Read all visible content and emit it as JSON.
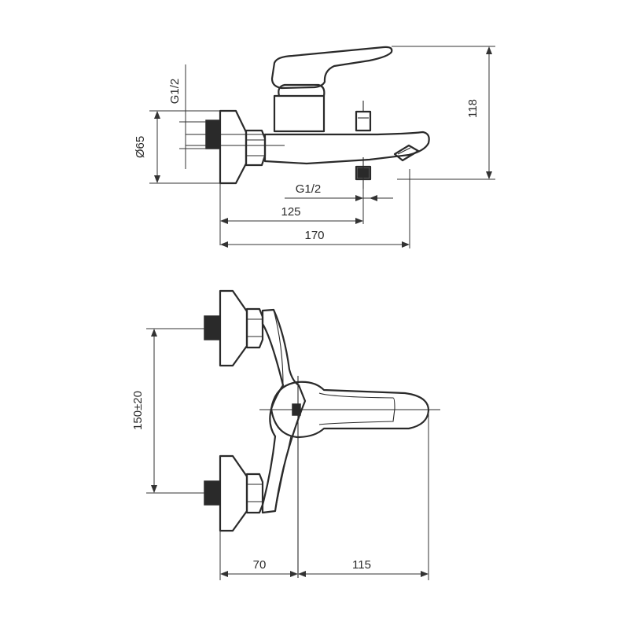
{
  "side_view": {
    "dim_inlet_thread": "G1/2",
    "dim_flange_diameter": "Ø65",
    "dim_outlet_thread": "G1/2",
    "dim_125": "125",
    "dim_170": "170",
    "dim_height": "118"
  },
  "top_view": {
    "dim_centers": "150±20",
    "dim_70": "70",
    "dim_115": "115"
  }
}
